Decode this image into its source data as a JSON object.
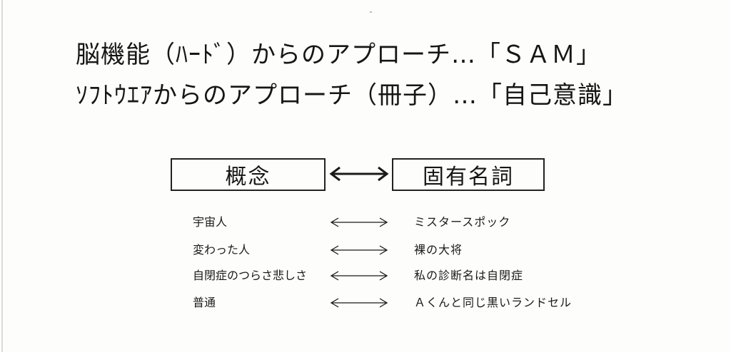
{
  "headings": {
    "line1": "脳機能（ﾊｰﾄﾞ）からのアプローチ…「ＳＡＭ」",
    "line2": "ｿﾌﾄｳｴｱからのアプローチ（冊子）…「自己意識」"
  },
  "diagram": {
    "left_box": "概念",
    "right_box": "固有名詞"
  },
  "pairs": [
    {
      "left": "宇宙人",
      "right": "ミスタースポック"
    },
    {
      "left": "変わった人",
      "right": "裸の大将"
    },
    {
      "left": "自閉症のつらさ悲しさ",
      "right": "私の診断名は自閉症"
    },
    {
      "left": "普通",
      "right": "Ａくんと同じ黒いランドセル"
    }
  ]
}
